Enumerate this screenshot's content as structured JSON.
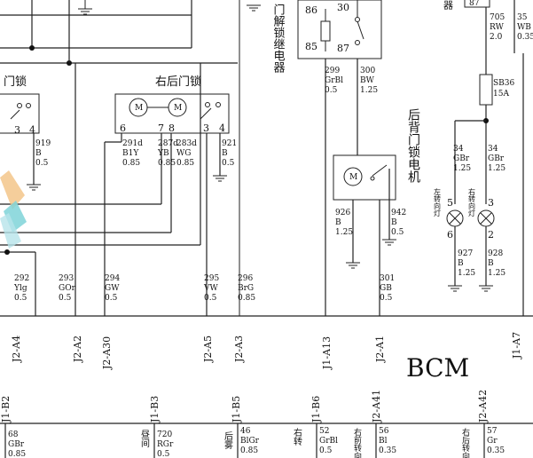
{
  "labels": {
    "door_lock_left_partial": "门锁",
    "rear_right_door_lock": "右后门锁",
    "unlock_relay_vertical": "门解锁继电器",
    "tailgate_lock_motor_vertical": "后背门锁电机",
    "bcm": "BCM",
    "left_turn_lamp": "左转向灯",
    "right_turn_lamp": "右转向灯"
  },
  "wires": {
    "w919": [
      "919",
      "B",
      "0.5"
    ],
    "w291d": [
      "291d",
      "B1Y",
      "0.85"
    ],
    "w287d": [
      "287d",
      "YB",
      "0.85"
    ],
    "w283d": [
      "283d",
      "WG",
      "0.85"
    ],
    "w921": [
      "921",
      "B",
      "0.5"
    ],
    "w292": [
      "292",
      "Ylg",
      "0.5"
    ],
    "w293": [
      "293",
      "GOr",
      "0.5"
    ],
    "w294": [
      "294",
      "GW",
      "0.5"
    ],
    "w295": [
      "295",
      "VW",
      "0.5"
    ],
    "w296": [
      "296",
      "BrG",
      "0.85"
    ],
    "w299": [
      "299",
      "GrBl",
      "0.5"
    ],
    "w300": [
      "300",
      "BW",
      "1.25"
    ],
    "w926": [
      "926",
      "B",
      "1.25"
    ],
    "w942": [
      "942",
      "B",
      "0.5"
    ],
    "w301": [
      "301",
      "GB",
      "0.5"
    ],
    "w705": [
      "705",
      "RW",
      "2.0"
    ],
    "w35": [
      "35",
      "WB",
      "0.35"
    ],
    "w34a": [
      "34",
      "GBr",
      "1.25"
    ],
    "w34b": [
      "34",
      "GBr",
      "1.25"
    ],
    "w927": [
      "927",
      "B",
      "1.25"
    ],
    "w928": [
      "928",
      "B",
      "1.25"
    ],
    "w68": [
      "68",
      "GBr",
      "0.85"
    ],
    "w720": [
      "720",
      "RGr",
      "0.5"
    ],
    "w46": [
      "46",
      "BlGr",
      "0.85"
    ],
    "w52": [
      "52",
      "GrBl",
      "0.5"
    ],
    "w56": [
      "56",
      "Bl",
      "0.35"
    ],
    "w57": [
      "57",
      "Gr",
      "0.35"
    ]
  },
  "fuse": {
    "id": "SB36",
    "rating": "15A"
  },
  "relay_pins": {
    "p86": "86",
    "p85": "85",
    "p30": "30",
    "p87": "87",
    "p87top": "87"
  },
  "pins": {
    "lk_3": "3",
    "lk_4": "4",
    "rr_6": "6",
    "rr_7": "7",
    "rr_8": "8",
    "rr_3": "3",
    "rr_4": "4",
    "lamp_l5": "5",
    "lamp_l6": "6",
    "lamp_r3": "3",
    "lamp_r2": "2"
  },
  "connectors_top": [
    "J2-A4",
    "J2-A2",
    "J2-A30",
    "J2-A5",
    "J2-A3",
    "J1-A13",
    "J2-A1",
    "J1-A7"
  ],
  "connectors_bottom": [
    "J1-B2",
    "J1-B3",
    "J1-B5",
    "J1-B6",
    "J2-A41",
    "J2-A42"
  ],
  "bottom_labels": {
    "b1": "昼间",
    "b2": "后雾",
    "b3": "右转",
    "b4": "右前转向",
    "b5": "右后转向"
  },
  "motor_symbol": "M"
}
